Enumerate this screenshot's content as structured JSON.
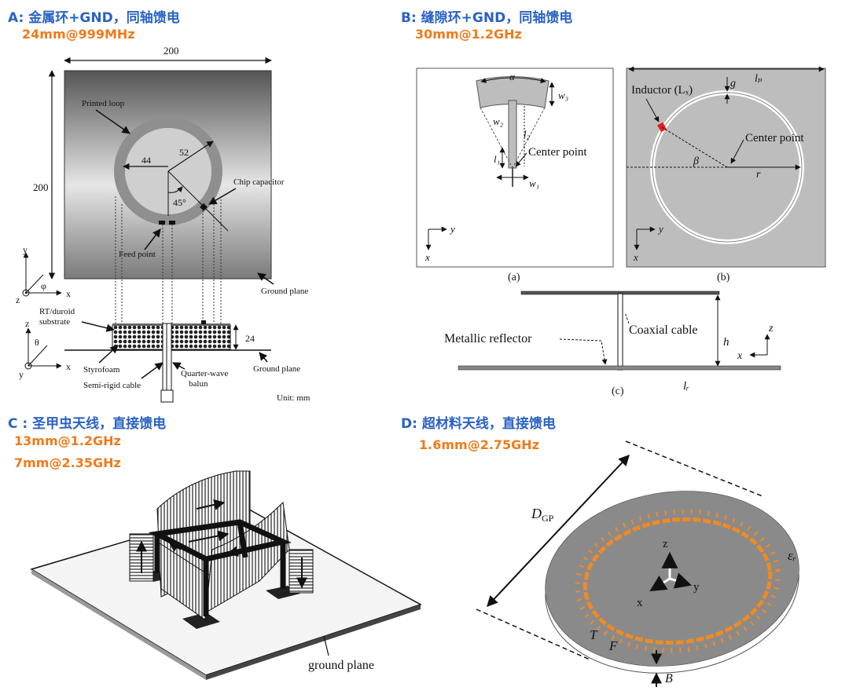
{
  "panels": {
    "a": {
      "title": "A: 金属环+GND，同轴馈电",
      "specs": [
        "24mm@999MHz"
      ],
      "labels": {
        "width_dim": "200",
        "height_dim": "200",
        "printed_loop": "Printed loop",
        "radius_outer": "52",
        "radius_inner": "44",
        "angle": "45°",
        "chip_capacitor": "Chip capacitor",
        "feed_point": "Feed point",
        "ground_plane_top": "Ground plane",
        "axis_y": "y",
        "axis_z": "z",
        "axis_x": "x",
        "axis_phi": "φ",
        "substrate": "RT/duroid substrate",
        "substrate_line1": "RT/duroid",
        "substrate_line2": "substrate",
        "thickness": "24",
        "axis_theta": "θ",
        "styrofoam": "Styrofoam",
        "ground_plane_side": "Ground plane",
        "semi_rigid": "Semi-rigid cable",
        "quarter_wave_line1": "Quarter-wave",
        "quarter_wave_line2": "balun",
        "unit": "Unit: mm"
      }
    },
    "b": {
      "title": "B: 缝隙环+GND，同轴馈电",
      "specs": [
        "30mm@1.2GHz"
      ],
      "labels": {
        "alpha": "α",
        "w3": "w₃",
        "w2": "w₂",
        "l2": "l₂",
        "l1": "l₁",
        "w1": "w₁",
        "center_point_a": "Center point",
        "y_a": "y",
        "x_a": "x",
        "caption_a": "(a)",
        "g": "g",
        "lp": "lₚ",
        "inductor": "Inductor (Lₓ)",
        "center_point_b": "Center point",
        "beta": "β",
        "r": "r",
        "y_b": "y",
        "x_b": "x",
        "caption_b": "(b)",
        "metallic_reflector": "Metallic reflector",
        "coaxial_cable": "Coaxial cable",
        "h": "h",
        "z_c": "z",
        "x_c": "x",
        "lr": "lᵣ",
        "caption_c": "(c)"
      }
    },
    "c": {
      "title": "C : 圣甲虫天线，直接馈电",
      "specs": [
        "13mm@1.2GHz",
        "7mm@2.35GHz"
      ],
      "labels": {
        "ground_plane": "ground plane"
      }
    },
    "d": {
      "title": "D: 超材料天线，直接馈电",
      "specs": [
        "1.6mm@2.75GHz"
      ],
      "labels": {
        "dgp": "D",
        "dgp_sub": "GP",
        "epsilon": "εᵣ",
        "z": "z",
        "y": "y",
        "x": "x",
        "T": "T",
        "F": "F",
        "B": "B"
      }
    }
  },
  "colors": {
    "title_blue": "#2a62c4",
    "spec_orange": "#f07a1a",
    "disc_gray": "#8a8a8a",
    "ring_orange": "#f08a24"
  }
}
